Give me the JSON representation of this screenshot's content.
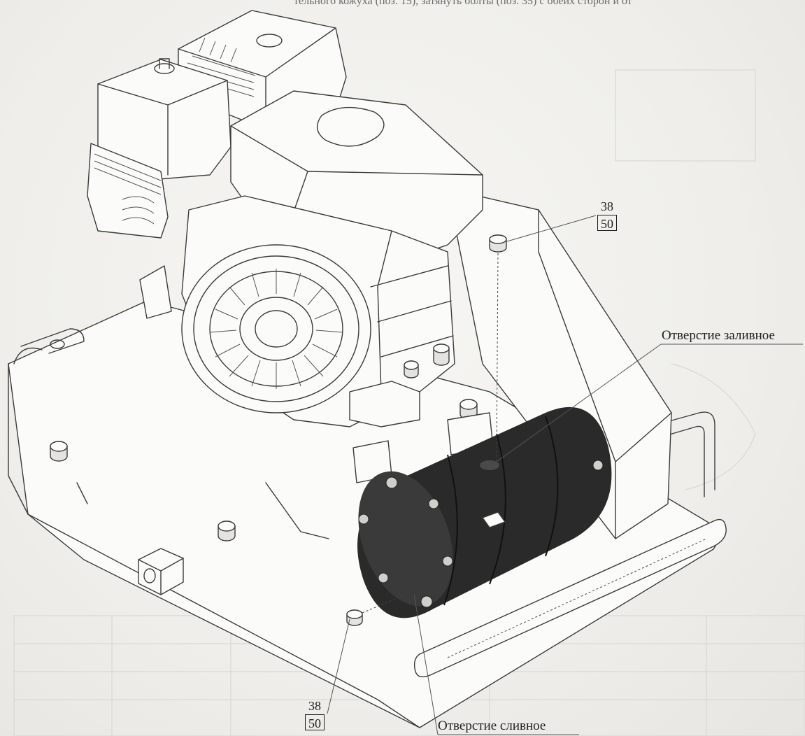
{
  "figure": {
    "top_caption": "тельного кожуха (поз. 15), затянуть болты (поз. 35) с обеих сторон и от"
  },
  "callouts": {
    "fill_hole": "Отверстие заливное",
    "drain_hole": "Отверстие сливное"
  },
  "positions": {
    "top_plug": {
      "numerator": "38",
      "denominator": "50"
    },
    "bottom_plug": {
      "numerator": "38",
      "denominator": "50"
    }
  },
  "colors": {
    "line": "#3b3b3b",
    "exciter_body": "#2a2a2a",
    "paper": "#f2f1ee"
  }
}
